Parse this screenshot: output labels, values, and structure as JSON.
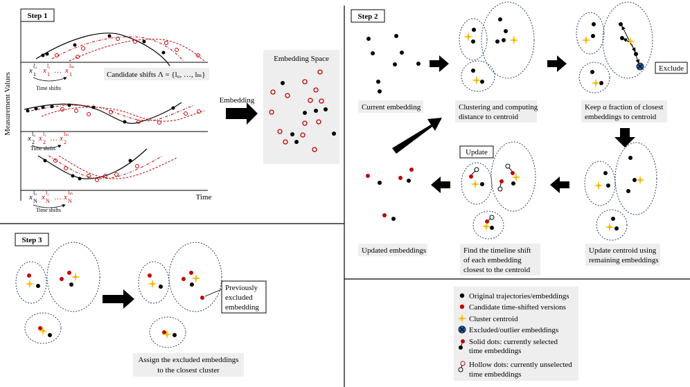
{
  "steps": {
    "step1": {
      "title": "Step 1",
      "ylabel": "Measurement Values",
      "xlabel": "Time",
      "candidate_shifts": "Candidate shifts Λ = {l₀, …, lₘ}",
      "time_shifts": "Time shifts",
      "embedding_arrow": "Embedding",
      "embedding_space": "Embedding Space",
      "series_notation": [
        {
          "base": "x",
          "sub": "1",
          "parts": [
            "l₀",
            "l₁",
            "lₘ"
          ]
        },
        {
          "base": "x",
          "sub": "2",
          "parts": [
            "l₀",
            "l₁",
            "lₘ"
          ]
        },
        {
          "base": "x",
          "sub": "N",
          "parts": [
            "l₀",
            "l₁",
            "lₘ"
          ]
        }
      ]
    },
    "step2": {
      "title": "Step 2",
      "current_embedding": "Current embedding",
      "clustering_1": "Clustering and computing",
      "clustering_2": "distance to centroid",
      "keep_1": "Keep α fraction of closest",
      "keep_2": "embeddings to centroid",
      "exclude": "Exclude",
      "update": "Update",
      "update_centroid_1": "Update centroid using",
      "update_centroid_2": "remaining embeddings",
      "find_shift_1": "Find the timeline shift",
      "find_shift_2": "of each embedding",
      "find_shift_3": "closest to the centroid",
      "updated_embeddings": "Updated embeddings"
    },
    "step3": {
      "title": "Step 3",
      "prev_excluded_1": "Previously",
      "prev_excluded_2": "excluded",
      "prev_excluded_3": "embedding",
      "assign_1": "Assign the excluded embeddings",
      "assign_2": "to the closest cluster"
    }
  },
  "legend": [
    {
      "icon": "black-dot-icon",
      "text": "Original trajectories/embeddings"
    },
    {
      "icon": "red-dot-icon",
      "text": "Candidate time-shifted versions"
    },
    {
      "icon": "centroid-star-icon",
      "text": "Cluster centroid"
    },
    {
      "icon": "excluded-marker-icon",
      "text": "Excluded/outlier embeddings"
    },
    {
      "icon": "solid-dots-icon",
      "text": "Solid dots: currently selected"
    },
    {
      "icon": "",
      "text": "time embeddings"
    },
    {
      "icon": "hollow-dots-icon",
      "text": "Hollow dots: currently unselected"
    },
    {
      "icon": "",
      "text": "time embeddings"
    }
  ],
  "colors": {
    "red": "#c00000",
    "black": "#000000",
    "centroid": "#f5b800",
    "excluded": "#1f5fa8",
    "box_bg": "#eeeeee",
    "cluster_border": "#2a3f6b"
  }
}
